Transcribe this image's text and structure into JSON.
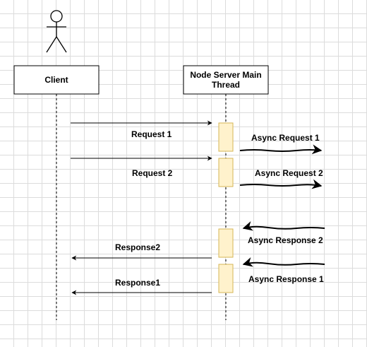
{
  "participants": {
    "client": {
      "label": "Client"
    },
    "server": {
      "label": "Node Server Main Thread"
    }
  },
  "messages": {
    "request1": "Request 1",
    "request2": "Request 2",
    "async_request1": "Async Request 1",
    "async_request2": "Async Request 2",
    "async_response2": "Async Response 2",
    "async_response1": "Async Response 1",
    "response2": "Response2",
    "response1": "Response1"
  },
  "colors": {
    "activation_fill": "#fff2cc",
    "activation_stroke": "#d6b656",
    "line": "#000000",
    "grid": "#dcdcdc"
  }
}
